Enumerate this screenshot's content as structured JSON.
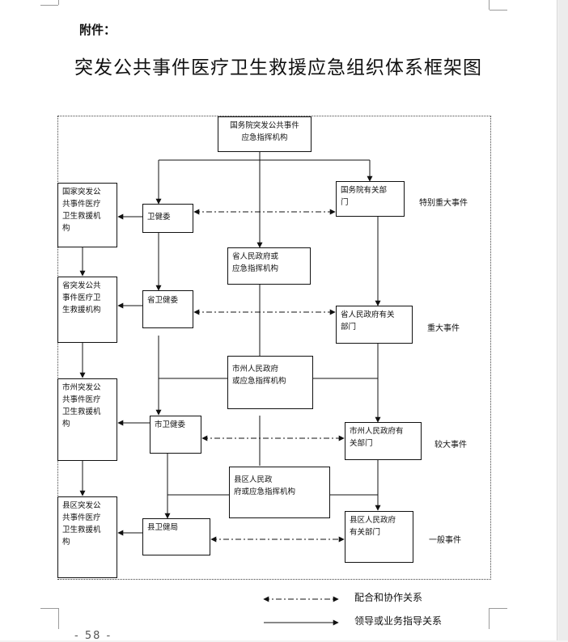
{
  "page": {
    "heading": "附件：",
    "title": "突发公共事件医疗卫生救援应急组织体系框架图",
    "page_number": "- 58 -"
  },
  "diagram": {
    "nodes": {
      "state_council": "国务院突发公共事件\n应急指挥机构",
      "national_rescue": "国家突发公\n共事件医疗\n卫生救援机\n构",
      "health_commission": "卫健委",
      "state_council_depts": "国务院有关部\n门",
      "provincial_gov": "省人民政府或\n应急指挥机构",
      "provincial_rescue": "省突发公共\n事件医疗卫\n生救援机构",
      "provincial_health": "省卫健委",
      "provincial_depts": "省人民政府有关\n部门",
      "city_gov": "市州人民政府\n或应急指挥机构",
      "city_rescue": "市州突发公\n共事件医疗\n卫生救援机\n构",
      "city_health": "市卫健委",
      "city_depts": "市州人民政府有\n关部门",
      "county_gov": "县区人民政\n府或应急指挥机构",
      "county_rescue": "县区突发公\n共事件医疗\n卫生救援机\n构",
      "county_health": "县卫健局",
      "county_depts": "县区人民政府\n有关部门"
    },
    "levels": {
      "especially_major": "特别重大事件",
      "major": "重大事件",
      "larger": "较大事件",
      "general": "一般事件"
    },
    "legend": {
      "cooperation": "配合和协作关系",
      "leadership": "领导或业务指导关系"
    }
  }
}
